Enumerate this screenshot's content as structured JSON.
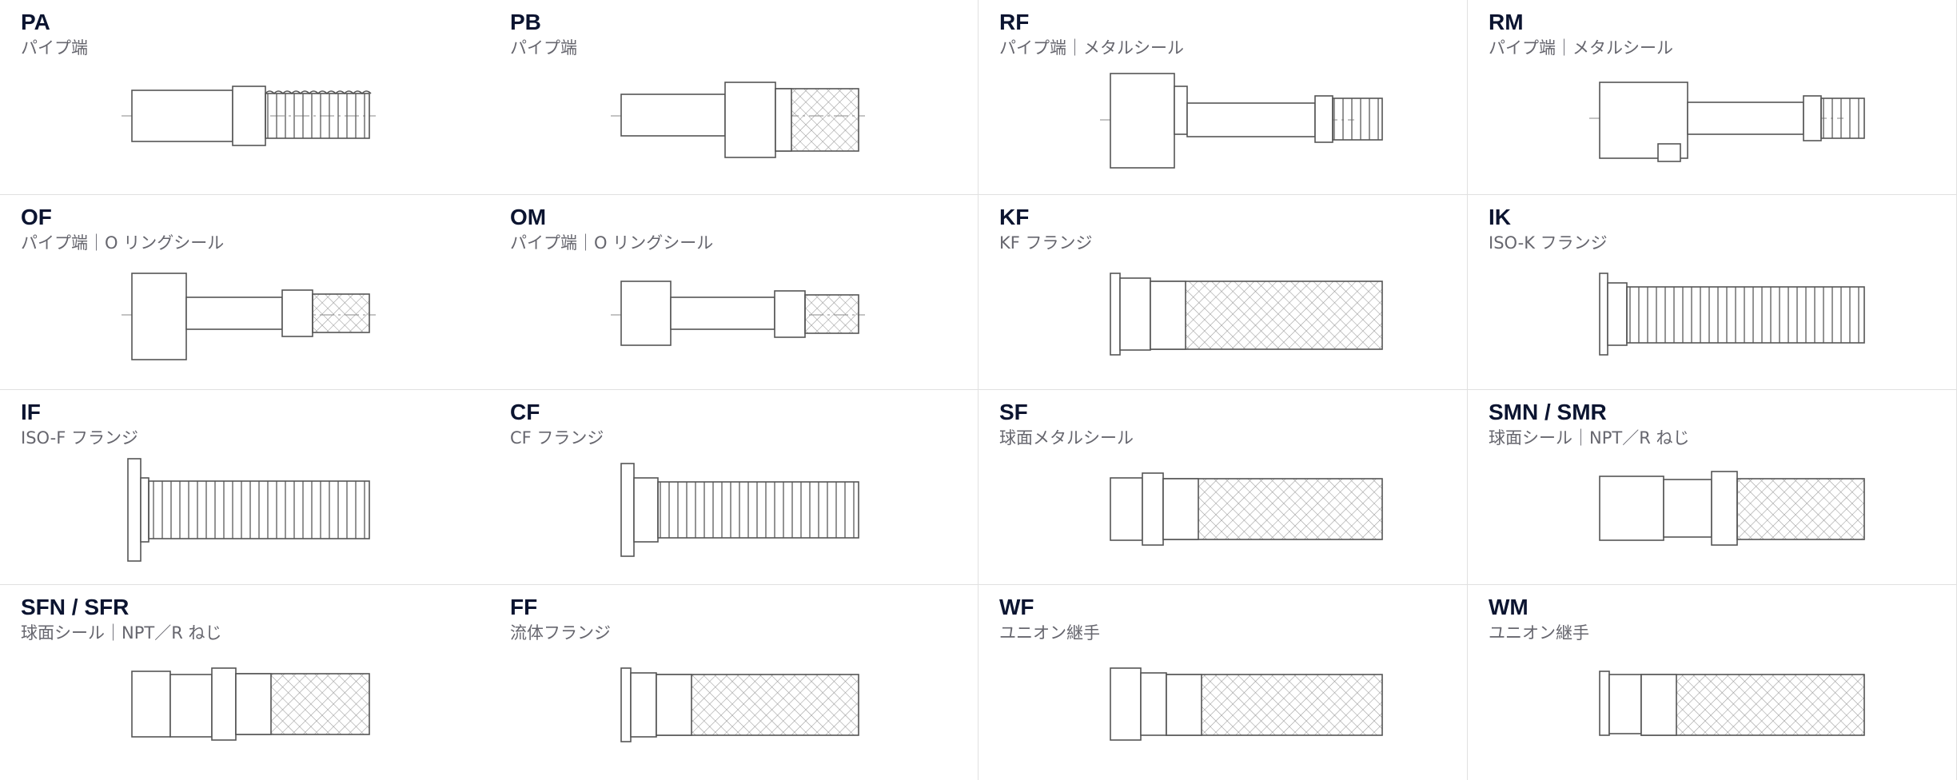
{
  "items": [
    {
      "code": "PA",
      "description": "パイプ端"
    },
    {
      "code": "PB",
      "description": "パイプ端"
    },
    {
      "code": "RF",
      "description": "パイプ端｜メタルシール"
    },
    {
      "code": "RM",
      "description": "パイプ端｜メタルシール"
    },
    {
      "code": "OF",
      "description": "パイプ端｜O リングシール"
    },
    {
      "code": "OM",
      "description": "パイプ端｜O リングシール"
    },
    {
      "code": "KF",
      "description": "KF フランジ"
    },
    {
      "code": "IK",
      "description": "ISO-K フランジ"
    },
    {
      "code": "IF",
      "description": "ISO-F フランジ"
    },
    {
      "code": "CF",
      "description": "CF フランジ"
    },
    {
      "code": "SF",
      "description": "球面メタルシール"
    },
    {
      "code": "SMN / SMR",
      "description": "球面シール｜NPT／R ねじ"
    },
    {
      "code": "SFN / SFR",
      "description": "球面シール｜NPT／R ねじ"
    },
    {
      "code": "FF",
      "description": "流体フランジ"
    },
    {
      "code": "WF",
      "description": "ユニオン継手"
    },
    {
      "code": "WM",
      "description": "ユニオン継手"
    }
  ],
  "colors": {
    "code": "#0b1430",
    "description": "#66666e",
    "divider": "#e1e1e1",
    "line": "#555555"
  }
}
